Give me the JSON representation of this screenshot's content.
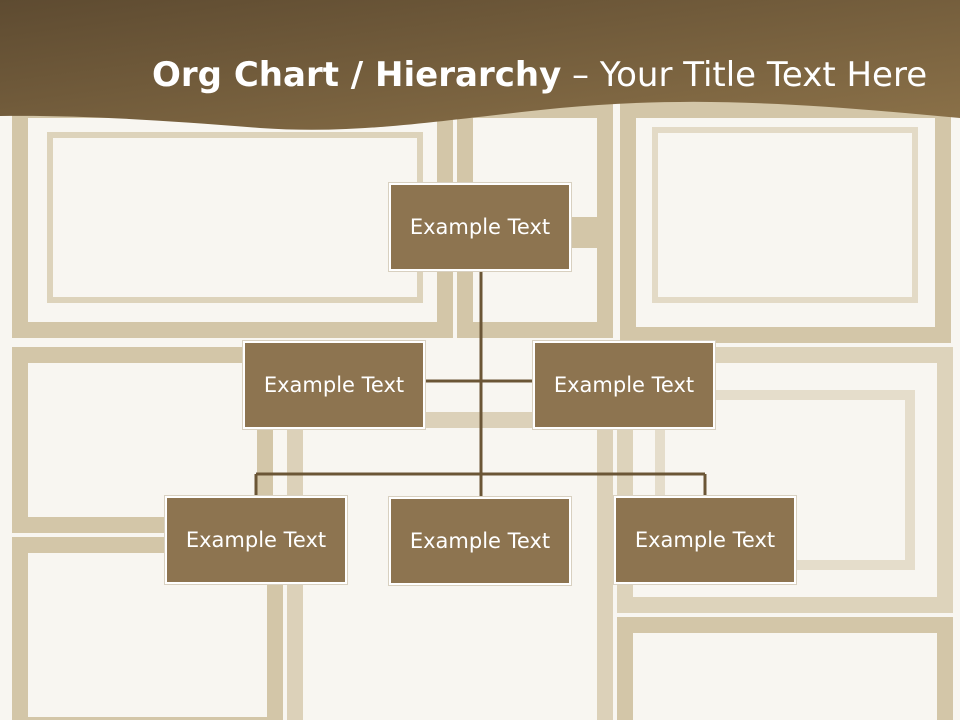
{
  "slide": {
    "title_bold": "Org Chart / Hierarchy",
    "title_rest": " – Your Title Text Here"
  },
  "org_chart": {
    "root": "Example Text",
    "level2": [
      "Example Text",
      "Example Text"
    ],
    "level3": [
      "Example Text",
      "Example Text",
      "Example Text"
    ]
  },
  "colors": {
    "header_dark": "#5e4b31",
    "header_light": "#8a7046",
    "node_fill": "#8d7450",
    "connector": "#6b5636"
  }
}
